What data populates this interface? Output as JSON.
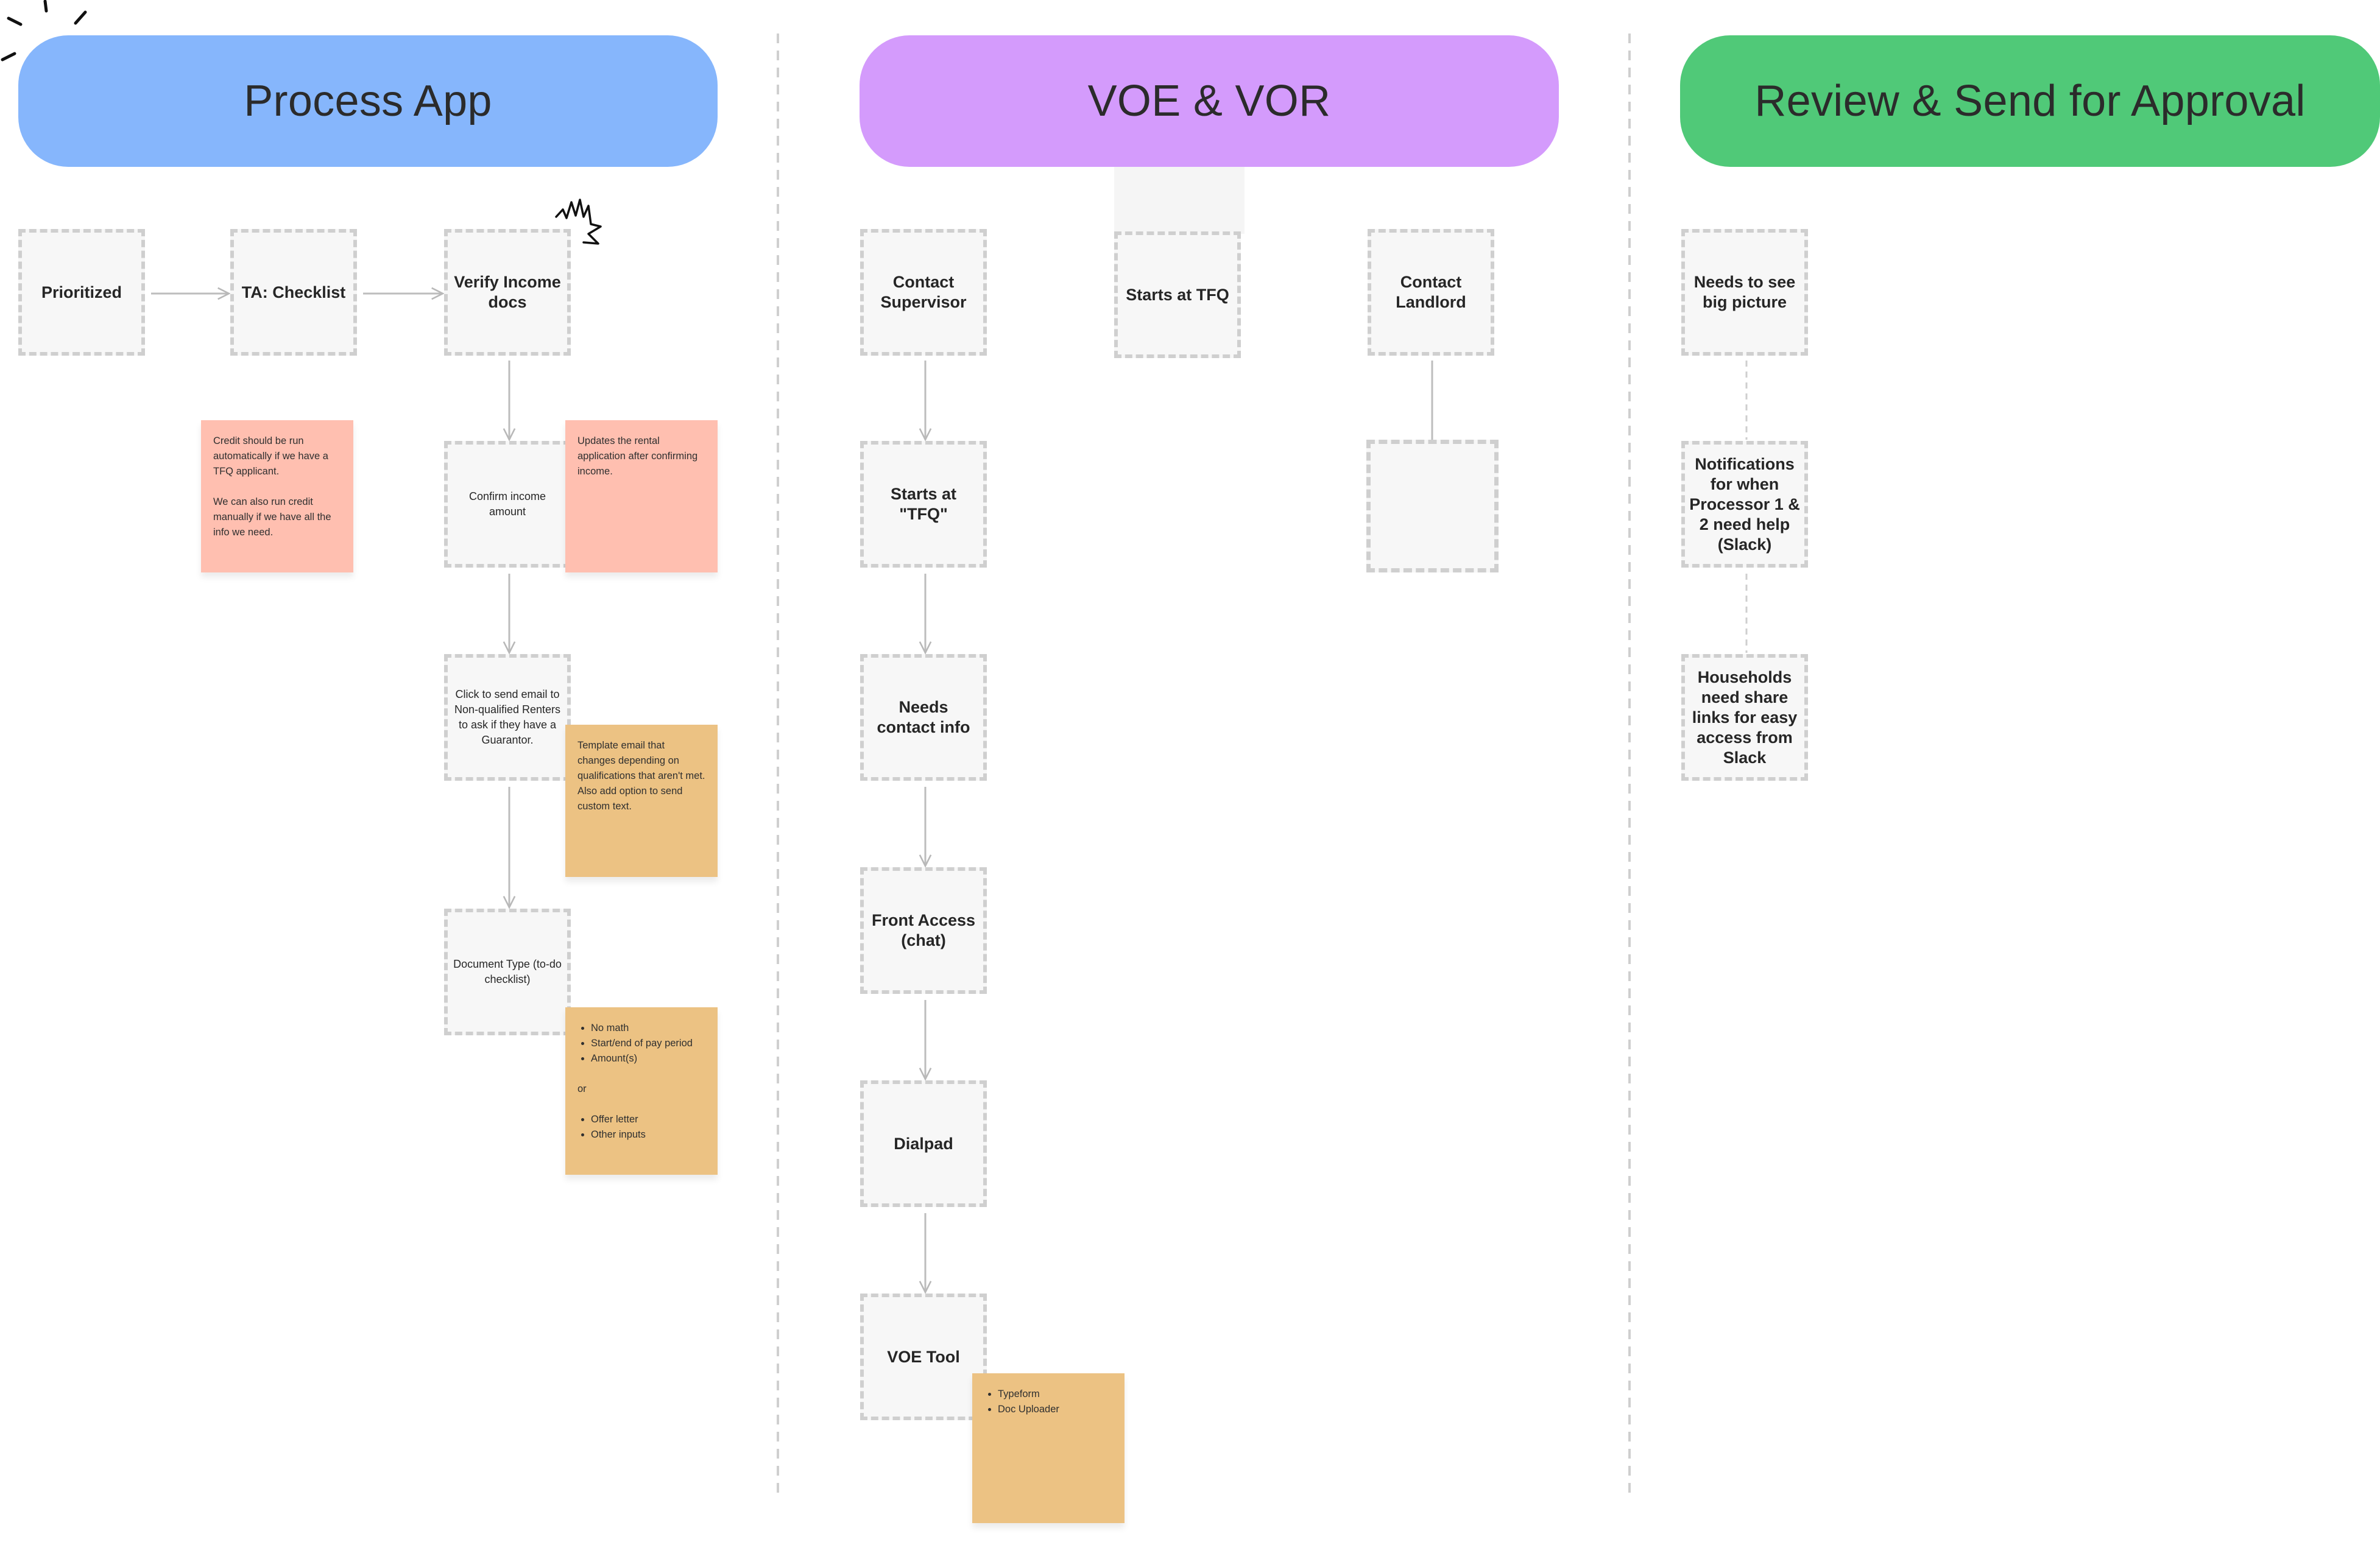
{
  "columns": [
    {
      "title": "Process App",
      "color": "#86b6fc"
    },
    {
      "title": "VOE & VOR",
      "color": "#d49bfc"
    },
    {
      "title": "Review & Send for Approval",
      "color": "#50c978"
    }
  ],
  "process_app": {
    "prioritized": "Prioritized",
    "checklist": "TA: Checklist",
    "verify_income": "Verify Income docs",
    "confirm_income": "Confirm income amount",
    "send_email": "Click to send email to Non-qualified Renters to ask if they have a Guarantor.",
    "document_type": "Document Type (to-do checklist)"
  },
  "notes": {
    "credit_1": "Credit should be run automatically if we have a TFQ applicant.",
    "credit_2": "We can also run credit manually if we have all the info we need.",
    "rental_update": "Updates the rental application after confirming income.",
    "template_email": "Template email that changes depending on qualifications that aren't met. Also add option to send custom text.",
    "doc_list_a": [
      "No math",
      "Start/end of pay period",
      "Amount(s)"
    ],
    "doc_or": "or",
    "doc_list_b": [
      "Offer letter",
      "Other inputs"
    ],
    "voe_tool_list": [
      "Typeform",
      "Doc Uploader"
    ]
  },
  "voe_vor": {
    "contact_supervisor": "Contact Supervisor",
    "starts_at_tfq_quoted": "Starts at \"TFQ\"",
    "needs_contact_info": "Needs contact info",
    "front_access": "Front Access (chat)",
    "dialpad": "Dialpad",
    "voe_tool": "VOE Tool",
    "starts_at_tfq": "Starts at TFQ",
    "contact_landlord": "Contact Landlord"
  },
  "review": {
    "big_picture": "Needs to see big picture",
    "notifications": "Notifications for when Processor 1 & 2 need help (Slack)",
    "households": "Households need share links for easy access from Slack"
  }
}
